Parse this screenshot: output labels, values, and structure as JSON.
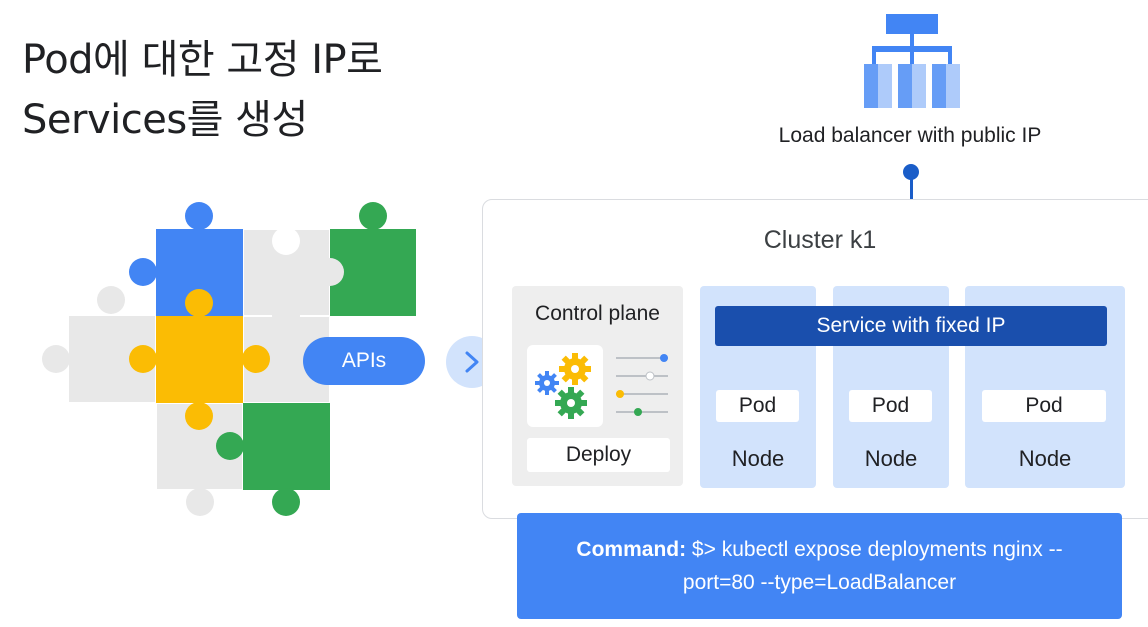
{
  "title": {
    "line1": "Pod에 대한 고정 IP로",
    "line2": "Services를 생성"
  },
  "apis": {
    "label": "APIs"
  },
  "load_balancer": {
    "label": "Load balancer with public IP"
  },
  "cluster": {
    "label": "Cluster k1"
  },
  "control_plane": {
    "label": "Control plane",
    "deploy": "Deploy"
  },
  "service": {
    "label": "Service with fixed IP"
  },
  "nodes": [
    {
      "pod": "Pod",
      "label": "Node"
    },
    {
      "pod": "Pod",
      "label": "Node"
    },
    {
      "pod": "Pod",
      "label": "Node"
    }
  ],
  "command": {
    "prefix": "Command:",
    "line1": " $> kubectl expose deployments nginx --",
    "line2": "port=80 --type=LoadBalancer"
  },
  "colors": {
    "blue": "#4285f4",
    "dark_blue": "#1a4fad",
    "light_blue": "#d2e3fc",
    "green": "#34a853",
    "yellow": "#fbbc04",
    "gray": "#e8e8e8"
  }
}
